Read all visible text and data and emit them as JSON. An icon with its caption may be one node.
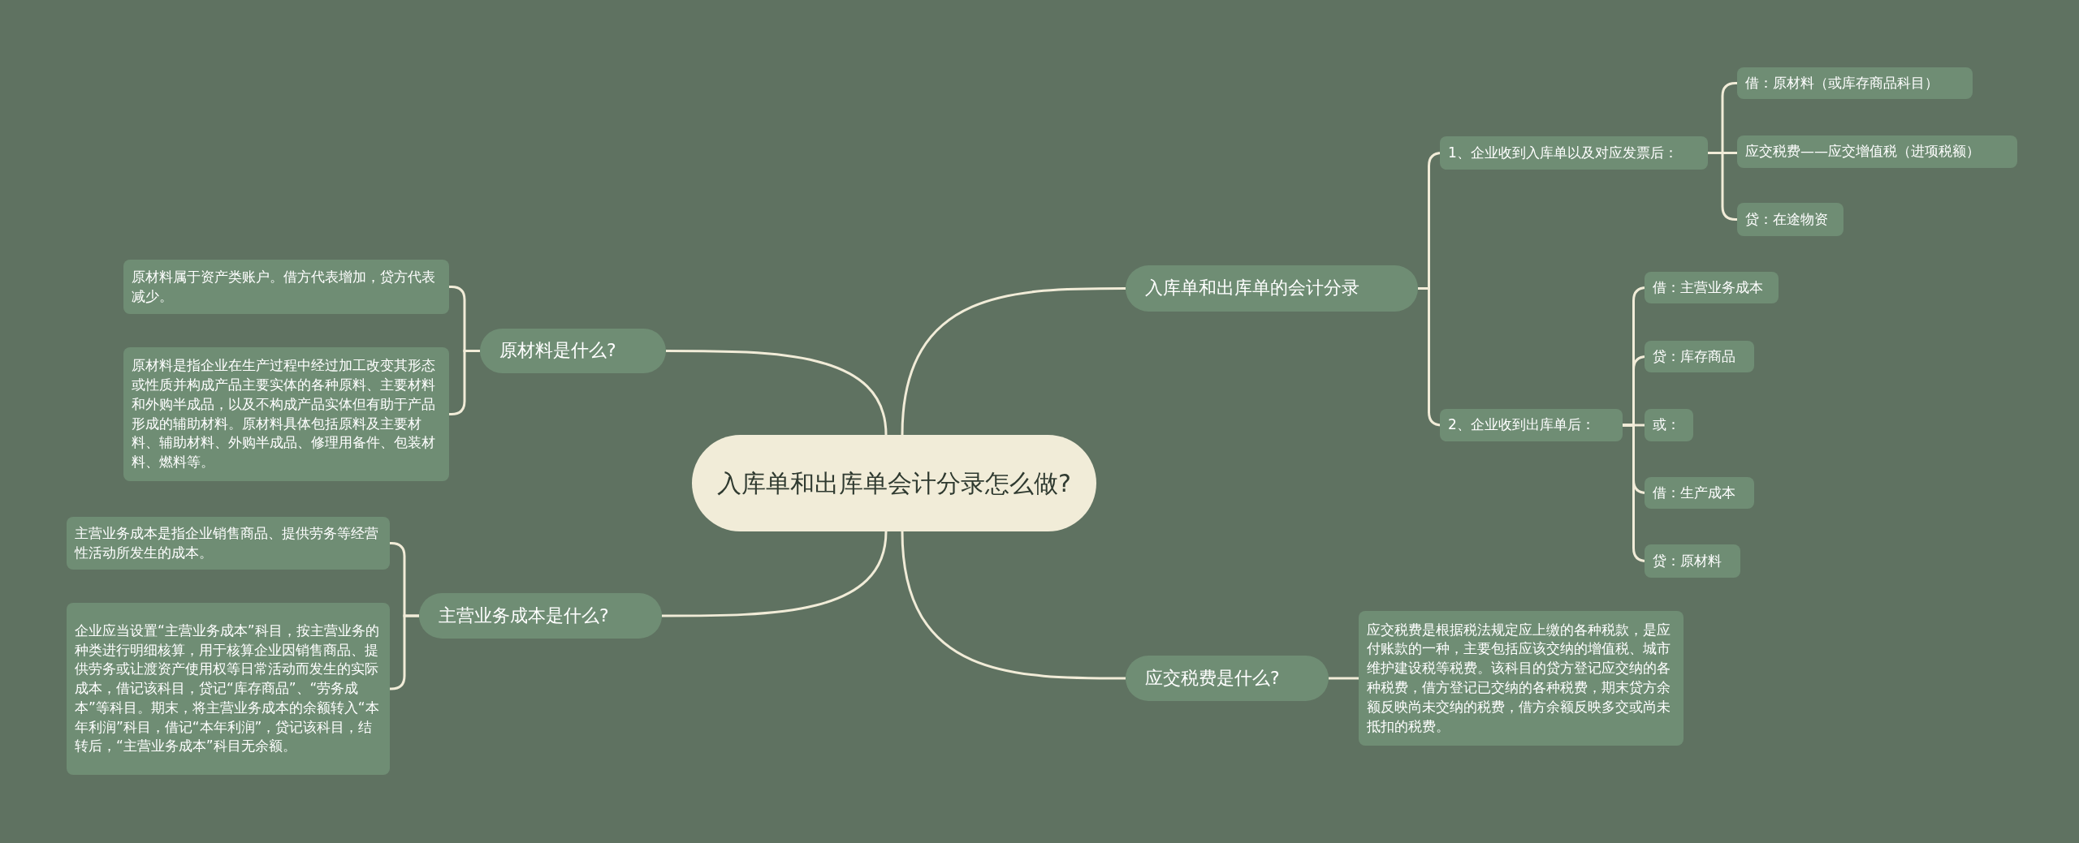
{
  "diagram": {
    "nodes": [
      {
        "text": [
          "入库单和出库单会计分录怎么做?"
        ]
      },
      {
        "text": [
          "入库单和出库单的会计分录"
        ]
      },
      {
        "text": [
          "1、企业收到入库单以及对应发票后："
        ]
      },
      {
        "text": [
          "借：原材料（或库存商品科目）"
        ]
      },
      {
        "text": [
          "应交税费——应交增值税（进项税额）"
        ]
      },
      {
        "text": [
          "贷：在途物资"
        ]
      },
      {
        "text": [
          "2、企业收到出库单后："
        ]
      },
      {
        "text": [
          "借：主营业务成本"
        ]
      },
      {
        "text": [
          "贷：库存商品"
        ]
      },
      {
        "text": [
          "或："
        ]
      },
      {
        "text": [
          "借：生产成本"
        ]
      },
      {
        "text": [
          "贷：原材料"
        ]
      },
      {
        "text": [
          "应交税费是什么?"
        ]
      },
      {
        "text": [
          "应交税费是根据税法规定应上缴的各种税款，是应付账款的一种，主要包括应该交纳的增值税、城市维护建设税等税费。该科目的贷方登记应交纳的各种税费，借方登记已交纳的各种税费，期末贷方余额反映尚未交纳的税费，借方余额反映多交或尚未抵扣的税费。"
        ]
      },
      {
        "text": [
          "原材料是什么?"
        ]
      },
      {
        "text": [
          "原材料属于资产类账户。借方代表增加，贷方代表减少。"
        ]
      },
      {
        "text": [
          "原材料是指企业在生产过程中经过加工改变其形态或性质并构成产品主要实体的各种原料、主要材料和外购半成品，以及不构成产品实体但有助于产品形成的辅助材料。原材料具体包括原料及主要材料、辅助材料、外购半成品、修理用备件、包装材料、燃料等。"
        ]
      },
      {
        "text": [
          "主营业务成本是什么?"
        ]
      },
      {
        "text": [
          "主营业务成本是指企业销售商品、提供劳务等经营性活动所发生的成本。"
        ]
      },
      {
        "text": [
          "企业应当设置“主营业务成本”科目，按主营业务的种类进行明细核算，用于核算企业因销售商品、提供劳务或让渡资产使用权等日常活动而发生的实际成本，借记该科目，贷记“库存商品”、“劳务成本”等科目。期末，将主营业务成本的余额转入“本年利润”科目，借记“本年利润”，贷记该科目，结转后，“主营业务成本”科目无余额。"
        ]
      }
    ],
    "edges": [
      {
        "from": 0,
        "to": 1,
        "arrow": "none"
      },
      {
        "from": 1,
        "to": 2,
        "arrow": "none"
      },
      {
        "from": 2,
        "to": 3,
        "arrow": "none"
      },
      {
        "from": 2,
        "to": 4,
        "arrow": "none"
      },
      {
        "from": 2,
        "to": 5,
        "arrow": "none"
      },
      {
        "from": 1,
        "to": 6,
        "arrow": "none"
      },
      {
        "from": 6,
        "to": 7,
        "arrow": "none"
      },
      {
        "from": 6,
        "to": 8,
        "arrow": "none"
      },
      {
        "from": 6,
        "to": 9,
        "arrow": "none"
      },
      {
        "from": 6,
        "to": 10,
        "arrow": "none"
      },
      {
        "from": 6,
        "to": 11,
        "arrow": "none"
      },
      {
        "from": 0,
        "to": 12,
        "arrow": "none"
      },
      {
        "from": 12,
        "to": 13,
        "arrow": "none"
      },
      {
        "from": 0,
        "to": 14,
        "arrow": "none"
      },
      {
        "from": 14,
        "to": 15,
        "arrow": "none"
      },
      {
        "from": 14,
        "to": 16,
        "arrow": "none"
      },
      {
        "from": 0,
        "to": 17,
        "arrow": "none"
      },
      {
        "from": 17,
        "to": 18,
        "arrow": "none"
      },
      {
        "from": 17,
        "to": 19,
        "arrow": "none"
      }
    ]
  }
}
